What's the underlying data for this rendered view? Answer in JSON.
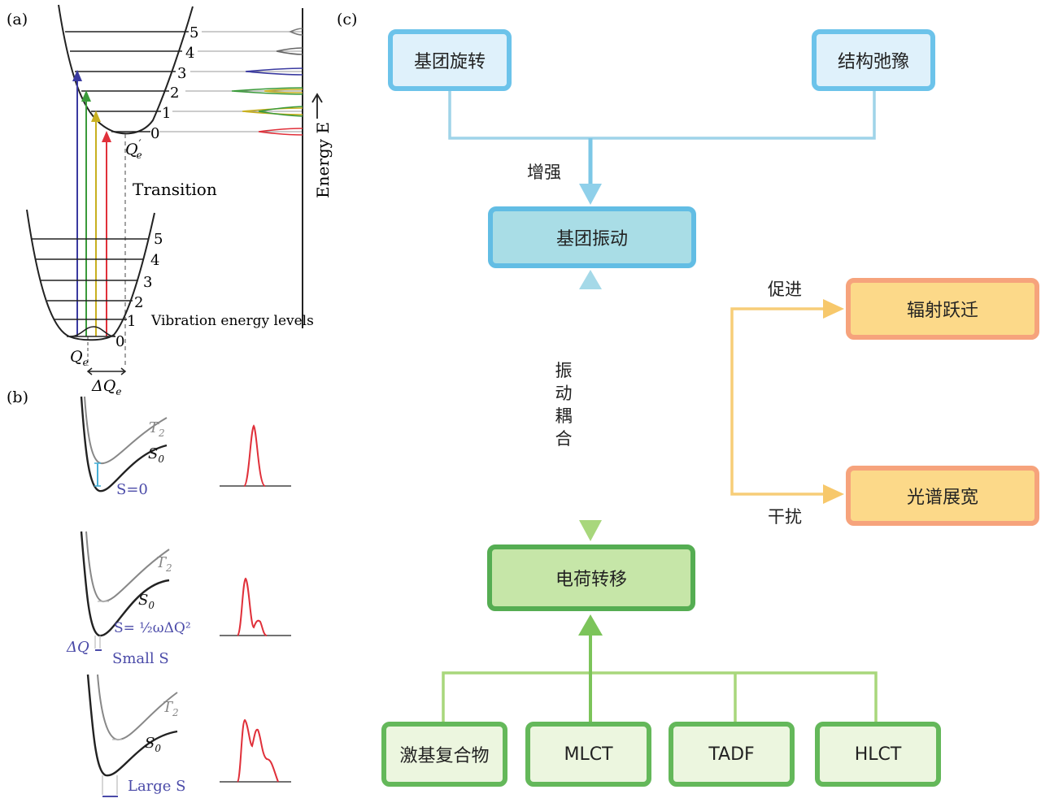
{
  "panels": {
    "a": "(a)",
    "b": "(b)",
    "c": "(c)"
  },
  "panel_a": {
    "upper_levels": [
      "0",
      "1",
      "2",
      "3",
      "4",
      "5"
    ],
    "lower_levels": [
      "0",
      "1",
      "2",
      "3",
      "4",
      "5"
    ],
    "q_e_prime": "Q",
    "q_e_prime_sub": "e",
    "q_e": "Q",
    "q_e_sub": "e",
    "delta_q_e": "ΔQ",
    "delta_q_e_sub": "e",
    "transition": "Transition",
    "vibration": "Vibration energy levels",
    "energy_axis": "Energy E"
  },
  "panel_b": {
    "t2": "T2",
    "s0": "S0",
    "s_zero": "S=0",
    "s_formula": "S= ½ωΔQ²",
    "delta_q": "ΔQ",
    "small_s": "Small S",
    "large_s": "Large S"
  },
  "panel_c": {
    "group_rotation": "基团旋转",
    "structure_relax": "结构弛豫",
    "enhance": "增强",
    "group_vibration": "基团振动",
    "vibronic_coupling": [
      "振",
      "动",
      "耦",
      "合"
    ],
    "promote": "促进",
    "radiative": "辐射跃迁",
    "interfere": "干扰",
    "broadening": "光谱展宽",
    "charge_transfer": "电荷转移",
    "exciplex": "激基复合物",
    "mlct": "MLCT",
    "tadf": "TADF",
    "hlct": "HLCT"
  },
  "colors": {
    "blue_border": "#6cc3ea",
    "green_border": "#64b85a",
    "orange_border": "#f6a37c",
    "spectrum_red": "#e0303a",
    "level_blue": "#3a3aa0",
    "level_green": "#3a9a3a",
    "level_yellow": "#c8b020",
    "label_blue": "#4a4aa8"
  }
}
